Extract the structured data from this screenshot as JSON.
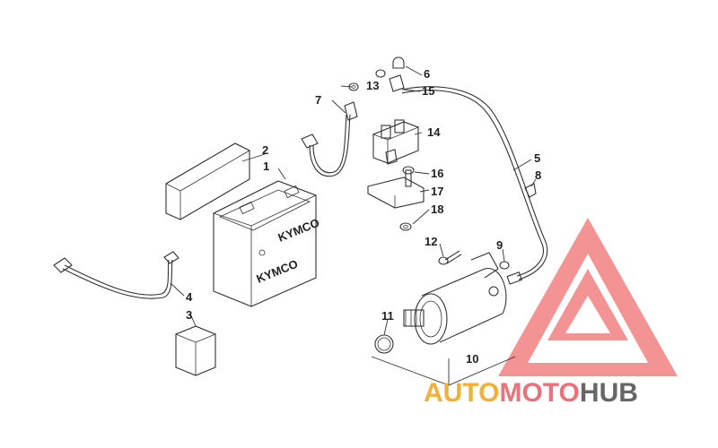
{
  "callouts": [
    "1",
    "2",
    "3",
    "4",
    "5",
    "6",
    "7",
    "8",
    "9",
    "10",
    "11",
    "12",
    "13",
    "14",
    "15",
    "16",
    "17",
    "18"
  ],
  "battery": {
    "brand": "KYMCO",
    "small_label": "KYMCO"
  },
  "watermark": {
    "part1": "AUTO",
    "part2": "MOTO",
    "part3": "HUB",
    "color1": "#f2b03a",
    "color2": "#e8737a",
    "color3": "#666666",
    "logo_color": "#ee3b3b"
  }
}
